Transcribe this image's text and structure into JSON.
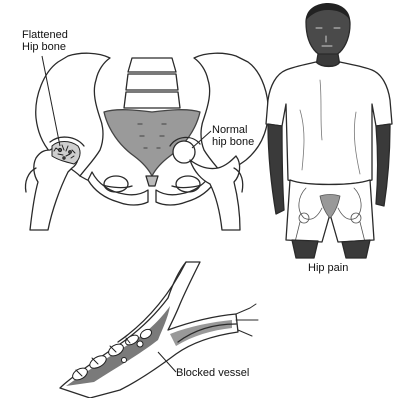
{
  "labels": {
    "flattened_line1": "Flattened",
    "flattened_line2": "Hip bone",
    "normal_line1": "Normal",
    "normal_line2": "hip bone",
    "hip_pain": "Hip pain",
    "blocked_vessel": "Blocked vessel"
  },
  "colors": {
    "ink": "#2a2a2a",
    "sacrum_shade": "#9a9a9a",
    "bone_fill": "#ffffff",
    "skin": "#3a3a3a",
    "vessel_shade": "#7a7a7a"
  },
  "icons": {
    "pelvis": "pelvis-illustration",
    "person": "standing-man-illustration",
    "vessel": "blocked-blood-vessel-illustration"
  }
}
